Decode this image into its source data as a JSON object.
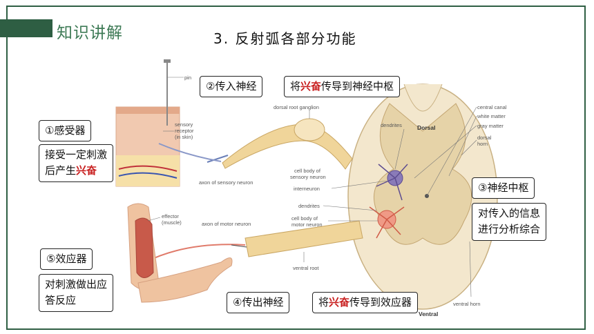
{
  "header": {
    "section_label": "知识讲解"
  },
  "title": "3. 反射弧各部分功能",
  "figure_labels": {
    "pin": "pin",
    "sensory_receptor_1": "sensory",
    "sensory_receptor_2": "receptor",
    "sensory_receptor_3": "(in skin)",
    "dorsal_root_ganglion": "dorsal root ganglion",
    "dendrites_top": "dendrites",
    "dorsal": "Dorsal",
    "central_canal": "central canal",
    "white_matter": "white matter",
    "gray_matter": "gray matter",
    "dorsal_horn_1": "dorsal",
    "dorsal_horn_2": "horn",
    "cell_body_sensory_1": "cell body of",
    "cell_body_sensory_2": "sensory neuron",
    "axon_sensory": "axon of sensory neuron",
    "interneuron": "interneuron",
    "dendrites_mid": "dendrites",
    "cell_body_motor_1": "cell body of",
    "cell_body_motor_2": "motor neuron",
    "axon_motor": "axon of motor neuron",
    "effector_1": "effector",
    "effector_2": "(muscle)",
    "ventral_root": "ventral root",
    "ventral_horn": "ventral horn",
    "ventral": "Ventral"
  },
  "boxes": {
    "afferent_name": "②传入神经",
    "afferent_func": {
      "pre": "将",
      "hl": "兴奋",
      "post": "传导到神经中枢"
    },
    "receptor_name": "①感受器",
    "receptor_func": {
      "line1": "接受一定刺激",
      "pre2": "后产生",
      "hl": "兴奋"
    },
    "center_name": "③神经中枢",
    "center_func": {
      "line1": "对传入的信息",
      "line2": "进行分析综合"
    },
    "effector_name": "⑤效应器",
    "effector_func": {
      "line1": "对刺激做出应",
      "line2": "答反应"
    },
    "efferent_name": "④传出神经",
    "efferent_func": {
      "pre": "将",
      "hl": "兴奋",
      "post": "传导到效应器"
    }
  }
}
